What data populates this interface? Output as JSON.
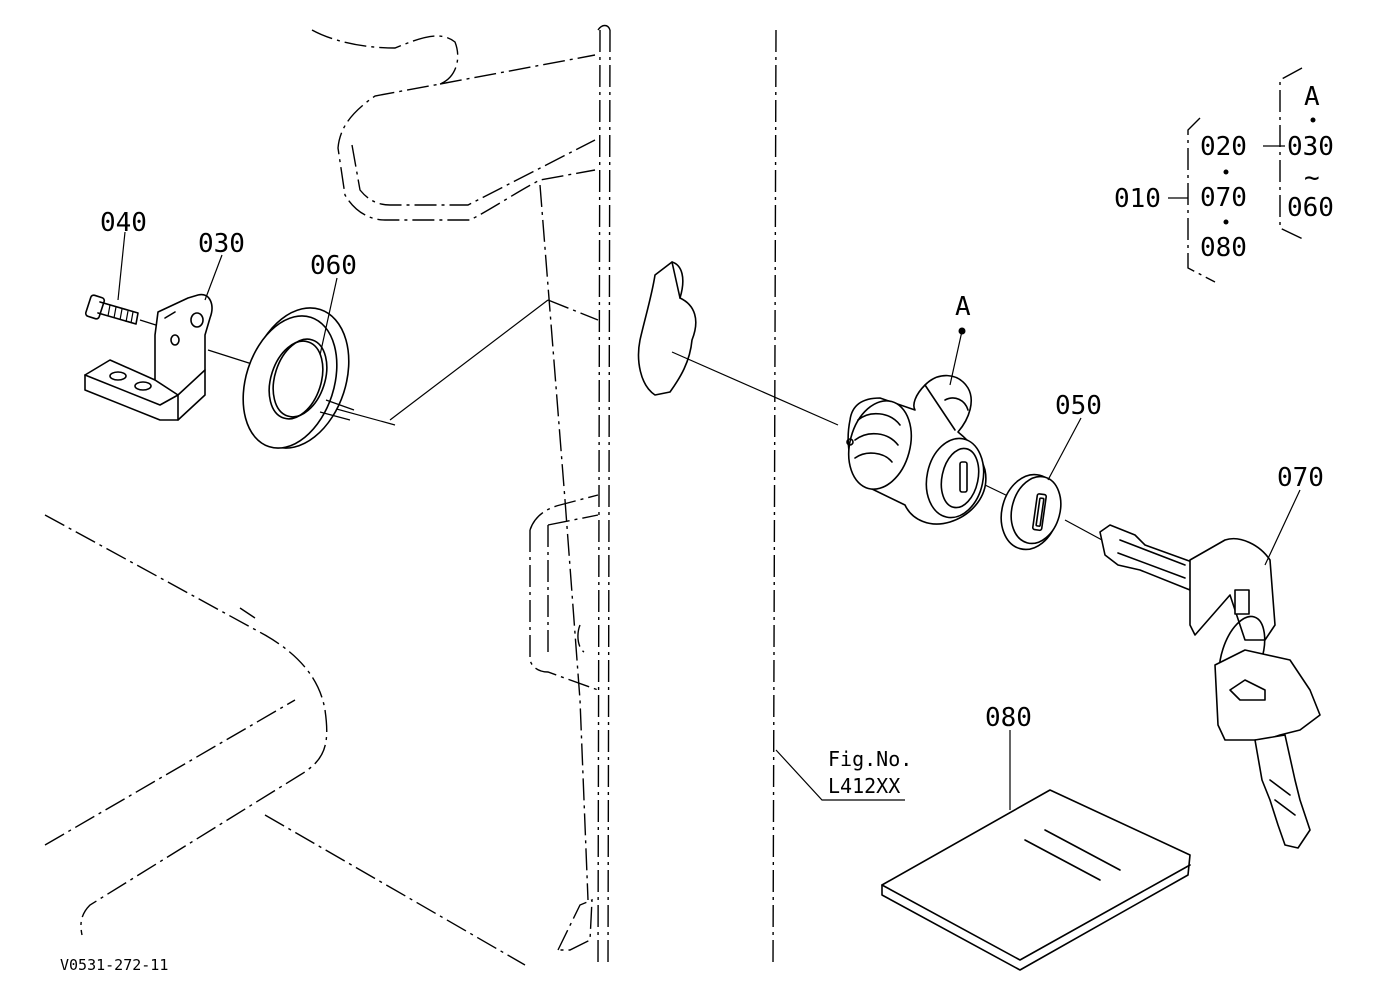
{
  "parts": {
    "p040": "040",
    "p030": "030",
    "p060": "060",
    "p050": "050",
    "p070": "070",
    "p080": "080",
    "ref_a": "A"
  },
  "structure_box": {
    "root": "010",
    "level1": [
      "020",
      "070",
      "080"
    ],
    "ref_a": "A",
    "level2_top": "030",
    "range_sep": "~",
    "level2_bottom": "060"
  },
  "fig_ref": {
    "line1": "Fig.No.",
    "line2": "L412XX"
  },
  "drawing_code": "V0531-272-11"
}
